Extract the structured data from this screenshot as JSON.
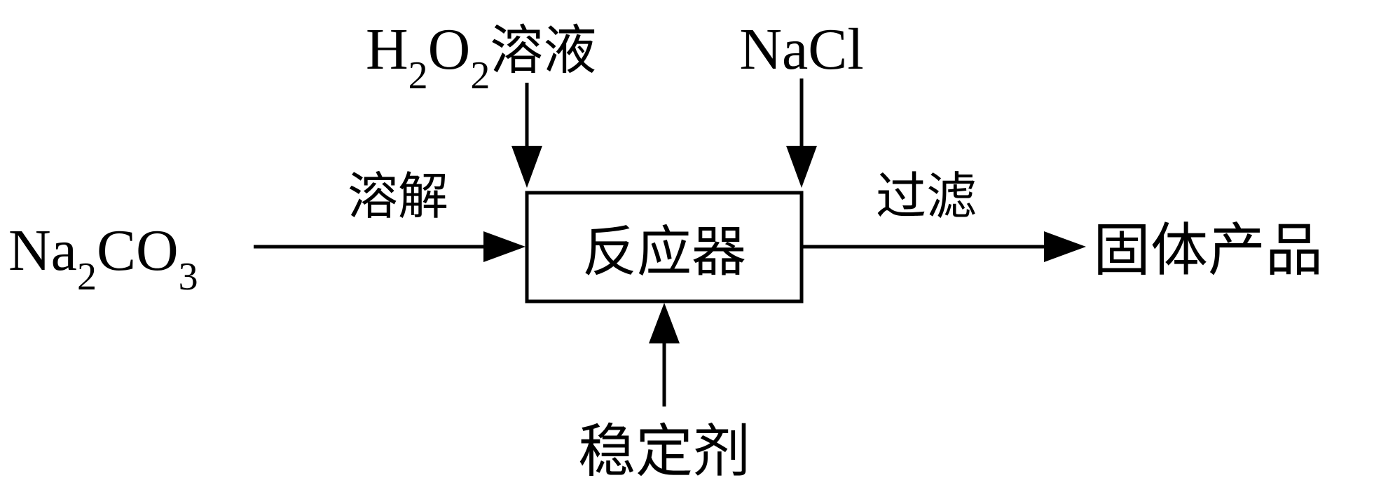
{
  "diagram": {
    "input_left": {
      "formula": [
        {
          "text": "Na",
          "sub": false
        },
        {
          "text": "2",
          "sub": true
        },
        {
          "text": "CO",
          "sub": false
        },
        {
          "text": "3",
          "sub": true
        }
      ],
      "step_label": "溶解"
    },
    "input_top_left": {
      "formula": [
        {
          "text": "H",
          "sub": false
        },
        {
          "text": "2",
          "sub": true
        },
        {
          "text": "O",
          "sub": false
        },
        {
          "text": "2",
          "sub": true
        }
      ],
      "suffix": "溶液"
    },
    "input_top_right": {
      "formula": [
        {
          "text": "NaCl",
          "sub": false
        }
      ]
    },
    "input_bottom": {
      "label": "稳定剂"
    },
    "reactor": {
      "label": "反应器"
    },
    "output": {
      "step_label": "过滤",
      "label": "固体产品"
    },
    "colors": {
      "line": "#000000",
      "background": "#ffffff"
    }
  }
}
